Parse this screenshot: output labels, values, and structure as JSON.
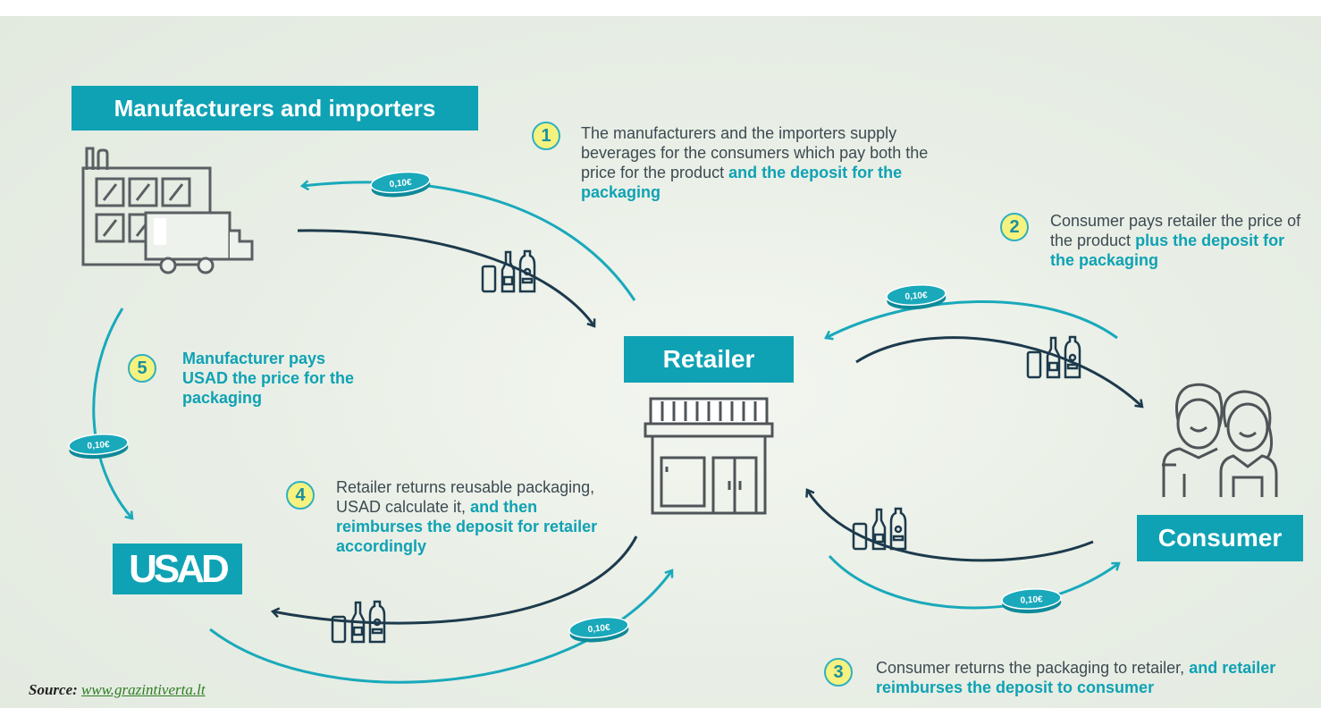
{
  "actors": {
    "manufacturers": "Manufacturers and importers",
    "retailer": "Retailer",
    "consumer": "Consumer",
    "usad_logo": "USAD"
  },
  "steps": [
    {
      "num": "1",
      "text": "The manufacturers and the importers supply beverages for the consumers which pay both the price for the product",
      "highlight": "and the deposit for the packaging"
    },
    {
      "num": "2",
      "text": "Consumer pays retailer the price of the product",
      "highlight": "plus the deposit for the packaging"
    },
    {
      "num": "3",
      "text": "Consumer returns the packaging to retailer,",
      "highlight": "and retailer reimburses the deposit to consumer"
    },
    {
      "num": "4",
      "text": "Retailer returns reusable packaging, USAD calculate it,",
      "highlight": "and then reimburses the deposit for retailer accordingly"
    },
    {
      "num": "5",
      "text": "",
      "highlight": "Manufacturer pays USAD the price for the packaging"
    }
  ],
  "coin_label": "0,10€",
  "source": {
    "label": "Source:",
    "link": "www.grazintiverta.lt"
  },
  "colors": {
    "teal": "#0fa2b4",
    "dark_arrow": "#1d3a4c",
    "number_fill": "#f5f27f",
    "body_text": "#3d4a52"
  },
  "icons": [
    "factory-icon",
    "truck-icon",
    "store-icon",
    "consumers-icon",
    "beverage-containers-icon",
    "coin-icon"
  ]
}
